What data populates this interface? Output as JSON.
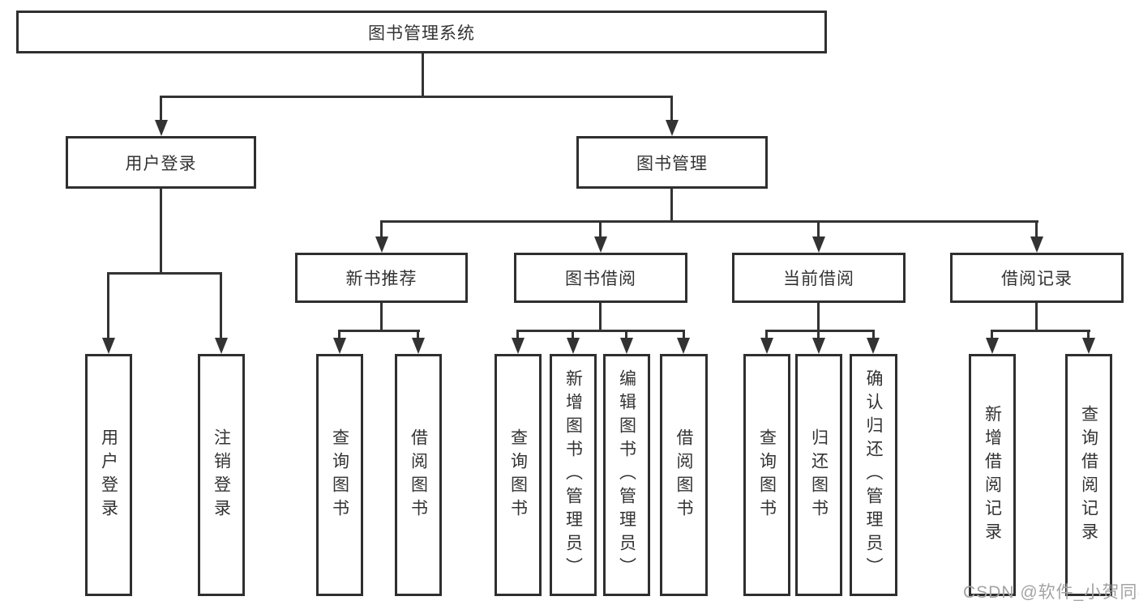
{
  "colors": {
    "line": "#333333",
    "box_border": "#2f2f2f",
    "box_bg": "#ffffff",
    "text": "#333333",
    "watermark": "#a3a3a3",
    "background": "#ffffff"
  },
  "diagram": {
    "root": {
      "label": "图书管理系统"
    },
    "level2": [
      {
        "label": "用户登录"
      },
      {
        "label": "图书管理"
      }
    ],
    "level3": [
      {
        "label": "新书推荐"
      },
      {
        "label": "图书借阅"
      },
      {
        "label": "当前借阅"
      },
      {
        "label": "借阅记录"
      }
    ],
    "leaves": {
      "user_login": [
        {
          "label": "用户登录"
        },
        {
          "label": "注销登录"
        }
      ],
      "new_book_recommend": [
        {
          "label": "查询图书"
        },
        {
          "label": "借阅图书"
        }
      ],
      "book_borrow": [
        {
          "label": "查询图书"
        },
        {
          "label": "新增图书（管理员）"
        },
        {
          "label": "编辑图书（管理员）"
        },
        {
          "label": "借阅图书"
        }
      ],
      "current_borrow": [
        {
          "label": "查询图书"
        },
        {
          "label": "归还图书"
        },
        {
          "label": "确认归还（管理员）"
        }
      ],
      "borrow_records": [
        {
          "label": "新增借阅记录"
        },
        {
          "label": "查询借阅记录"
        }
      ]
    }
  },
  "watermark": {
    "text": "CSDN @软件_小贺同学"
  }
}
